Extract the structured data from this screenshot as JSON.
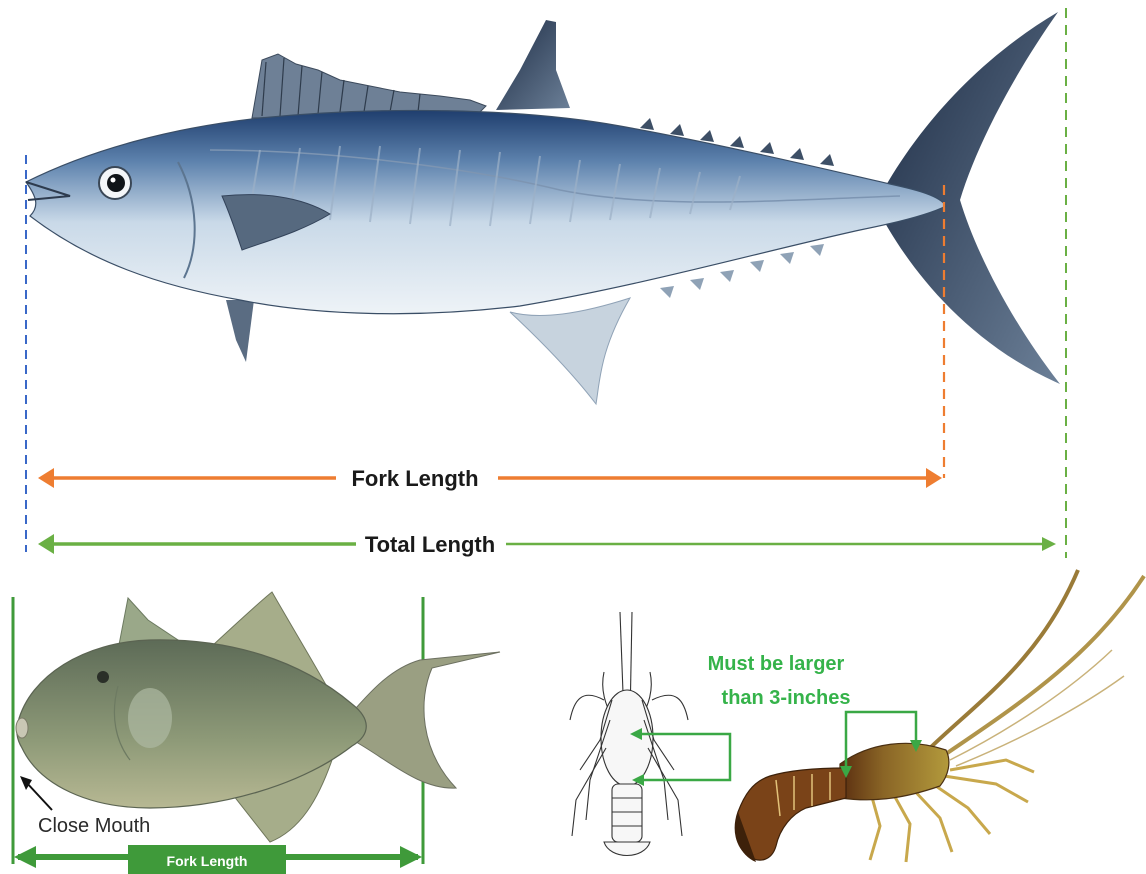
{
  "labels": {
    "fork_length": "Fork Length",
    "total_length": "Total Length",
    "close_mouth": "Close Mouth",
    "fork_length_small": "Fork Length",
    "lobster_line1": "Must be larger",
    "lobster_line2": "than 3-inches"
  },
  "colors": {
    "fork": "#ee7d31",
    "total": "#6ab044",
    "nose": "#3a68c8",
    "small_frame": "#3f9a3a",
    "lobster_text": "#35b34a",
    "fish_back": "#1f3e6e",
    "fish_body": "#c9d9e8",
    "fish_belly": "#eef3f7"
  },
  "icons": {
    "mackerel": "king-mackerel-illustration",
    "triggerfish": "triggerfish-illustration",
    "lobster_sketch": "spiny-lobster-sketch",
    "lobster_color": "spiny-lobster-illustration"
  }
}
